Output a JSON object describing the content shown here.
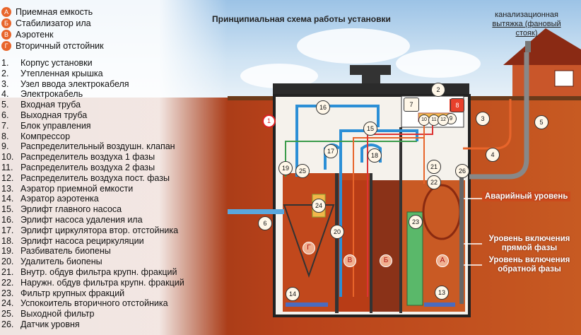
{
  "title": "Принципиальная схема работы установки",
  "vent_label_line1": "канализационная",
  "vent_label_line2": "вытяжка (фановый стояк)",
  "sections": [
    {
      "key": "А",
      "label": "Приемная емкость"
    },
    {
      "key": "Б",
      "label": "Стабилизатор ила"
    },
    {
      "key": "В",
      "label": "Аэротенк"
    },
    {
      "key": "Г",
      "label": "Вторичный отстойник"
    }
  ],
  "parts": [
    {
      "key": "1.",
      "label": "Корпус установки"
    },
    {
      "key": "2.",
      "label": "Утепленная крышка"
    },
    {
      "key": "3.",
      "label": "Узел ввода электрокабеля"
    },
    {
      "key": "4.",
      "label": "Электрокабель"
    },
    {
      "key": "5.",
      "label": "Входная труба"
    },
    {
      "key": "6.",
      "label": "Выходная труба"
    },
    {
      "key": "7.",
      "label": "Блок управления"
    },
    {
      "key": "8.",
      "label": "Компрессор"
    },
    {
      "key": "9.",
      "label": "Распределительный воздушн. клапан"
    },
    {
      "key": "10.",
      "label": "Распределитель воздуха 1 фазы"
    },
    {
      "key": "11.",
      "label": "Распределитель воздуха 2 фазы"
    },
    {
      "key": "12.",
      "label": "Распределитель воздуха пост. фазы"
    },
    {
      "key": "13.",
      "label": "Аэратор приемной емкости"
    },
    {
      "key": "14.",
      "label": "Аэратор аэротенка"
    },
    {
      "key": "15.",
      "label": "Эрлифт главного насоса"
    },
    {
      "key": "16.",
      "label": "Эрлифт насоса удаления ила"
    },
    {
      "key": "17.",
      "label": "Эрлифт циркулятора втор. отстойника"
    },
    {
      "key": "18.",
      "label": "Эрлифт насоса рециркуляции"
    },
    {
      "key": "19.",
      "label": "Разбиватель биопены"
    },
    {
      "key": "20.",
      "label": "Удалитель биопены"
    },
    {
      "key": "21.",
      "label": "Внутр. обдув фильтра крупн. фракций"
    },
    {
      "key": "22.",
      "label": "Наружн. обдув фильтра крупн. фракций"
    },
    {
      "key": "23.",
      "label": "Фильтр крупных фракций"
    },
    {
      "key": "24.",
      "label": "Успокоитель вторичного отстойника"
    },
    {
      "key": "25.",
      "label": "Выходной фильтр"
    },
    {
      "key": "26.",
      "label": "Датчик уровня"
    }
  ],
  "levels": {
    "emergency": "Аварийный уровень",
    "direct_line1": "Уровень включения",
    "direct_line2": "прямой фазы",
    "reverse_line1": "Уровень включения",
    "reverse_line2": "обратной фазы"
  },
  "diagram_numbers": {
    "n1": "1",
    "n2": "2",
    "n3": "3",
    "n4": "4",
    "n5": "5",
    "n6": "6",
    "n7": "7",
    "n8": "8",
    "n13": "13",
    "n14": "14",
    "n15": "15",
    "n16": "16",
    "n17": "17",
    "n18": "18",
    "n19": "19",
    "n20": "20",
    "n21": "21",
    "n22": "22",
    "n23": "23",
    "n24": "24",
    "n25": "25",
    "n26": "26",
    "n9": "9",
    "n10": "10",
    "n11": "11",
    "n12": "12"
  },
  "section_marks": {
    "a": "А",
    "b": "Б",
    "v": "В",
    "g": "Г"
  },
  "colors": {
    "water_pipe": "#2b8fd6",
    "air_pipe": "#e8652b",
    "tank_fill": "#c1481c",
    "label_bg": "#cc4a1c",
    "outer_pipe": "#888888"
  }
}
